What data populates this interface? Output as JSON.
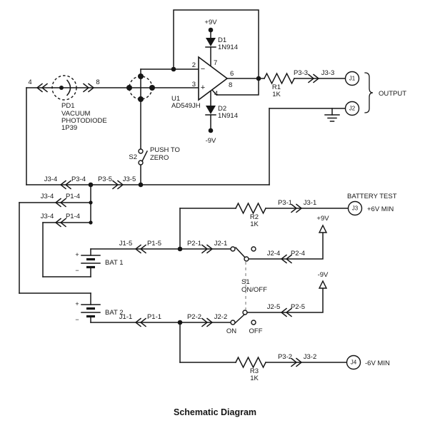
{
  "title": "Schematic Diagram",
  "power": {
    "vplus_top": "+9V",
    "vminus_bottom": "-9V",
    "vplus_right": "+9V",
    "vminus_right": "-9V"
  },
  "opamp": {
    "ref": "U1",
    "part": "AD549JH",
    "pin_inv": "2",
    "pin_noninv": "3",
    "pin_vplus": "7",
    "pin_vminus": "4",
    "pin_out": "6",
    "pin_case": "8",
    "inv_sign": "−",
    "noninv_sign": "+"
  },
  "diodes": {
    "d1_ref": "D1",
    "d1_part": "1N914",
    "d2_ref": "D2",
    "d2_part": "1N914"
  },
  "photodiode": {
    "ref": "PD1",
    "desc1": "VACUUM",
    "desc2": "PHOTODIODE",
    "part": "1P39",
    "pin_left": "4",
    "pin_right": "8"
  },
  "resistors": {
    "r1_ref": "R1",
    "r1_val": "1K",
    "r2_ref": "R2",
    "r2_val": "1K",
    "r3_ref": "R3",
    "r3_val": "1K"
  },
  "switch_s2": {
    "ref": "S2",
    "caption1": "PUSH TO",
    "caption2": "ZERO"
  },
  "switch_s1": {
    "ref": "S1",
    "caption": "ON/OFF",
    "on": "ON",
    "off": "OFF"
  },
  "batteries": {
    "bat1": "BAT 1",
    "bat2": "BAT 2",
    "plus": "+",
    "minus": "−"
  },
  "jacks": {
    "j1": "J1",
    "j2": "J2",
    "j3": "J3",
    "j4": "J4"
  },
  "wires": {
    "out_p": "P3-3",
    "out_j": "J3-3",
    "com_j": "J3-4",
    "com_p": "P3-4",
    "com_p2": "P3-5",
    "com_j2": "J3-5",
    "a_j": "J3-4",
    "a_p": "P1-4",
    "b_j": "J3-4",
    "b_p": "P1-4",
    "bat1_j": "J1-5",
    "bat1_p": "P1-5",
    "bat1_p2": "P2-1",
    "bat1_j2": "J2-1",
    "bat2_j": "J1-1",
    "bat2_p": "P1-1",
    "bat2_p2": "P2-2",
    "bat2_j2": "J2-2",
    "s1t_j": "J2-4",
    "s1t_p": "P2-4",
    "s1b_j": "J2-5",
    "s1b_p": "P2-5",
    "bt_p": "P3-1",
    "bt_j": "J3-1",
    "bb_p": "P3-2",
    "bb_j": "J3-2"
  },
  "annotations": {
    "output": "OUTPUT",
    "battery_test": "BATTERY TEST",
    "plus6": "+6V MIN",
    "minus6": "-6V MIN"
  }
}
